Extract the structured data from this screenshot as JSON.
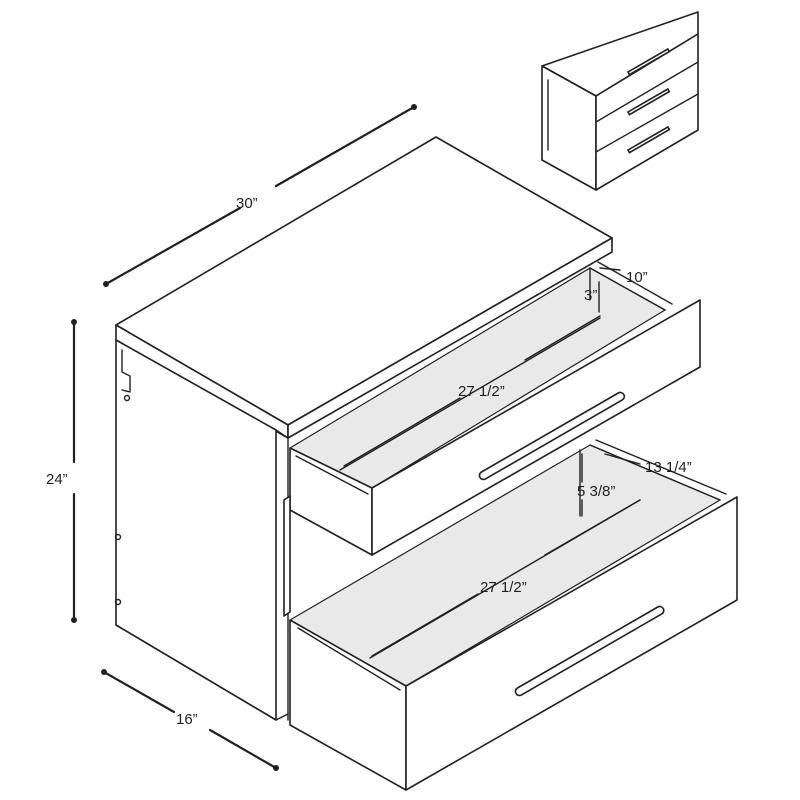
{
  "dimensions": {
    "width": "30”",
    "height": "24”",
    "depth": "16”",
    "upper_drawer_depth": "10”",
    "upper_drawer_height": "3”",
    "upper_drawer_length": "27 1/2”",
    "lower_drawer_depth": "13 1/4”",
    "lower_drawer_height": "5 3/8”",
    "lower_drawer_length": "27 1/2”"
  }
}
